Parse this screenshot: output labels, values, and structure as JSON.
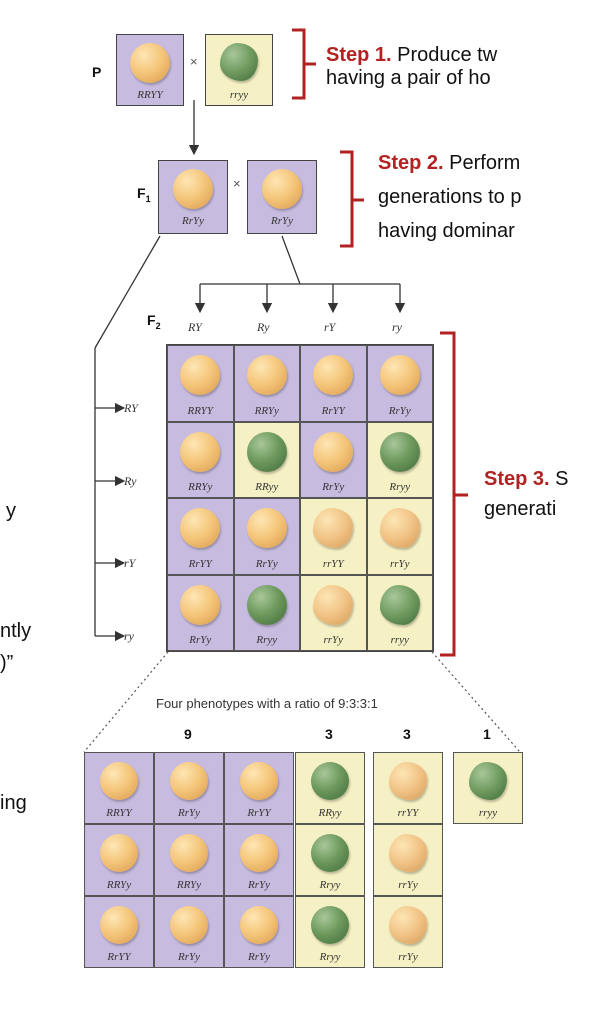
{
  "generations": {
    "p": "P",
    "f1": "F",
    "f1_sub": "1",
    "f2": "F",
    "f2_sub": "2"
  },
  "cross_symbol": "×",
  "parents": [
    {
      "genotype": "RRYY",
      "pea": "round-yellow"
    },
    {
      "genotype": "rryy",
      "pea": "wrinkled-green"
    }
  ],
  "f1": [
    {
      "genotype": "RrYy",
      "pea": "round-yellow"
    },
    {
      "genotype": "RrYy",
      "pea": "round-yellow"
    }
  ],
  "gametes_top": [
    "RY",
    "Ry",
    "rY",
    "ry"
  ],
  "gametes_left": [
    "RY",
    "Ry",
    "rY",
    "ry"
  ],
  "punnett": [
    [
      {
        "g": "RRYY",
        "p": "round-yellow",
        "bg": "purple"
      },
      {
        "g": "RRYy",
        "p": "round-yellow",
        "bg": "purple"
      },
      {
        "g": "RrYY",
        "p": "round-yellow",
        "bg": "purple"
      },
      {
        "g": "RrYy",
        "p": "round-yellow",
        "bg": "purple"
      }
    ],
    [
      {
        "g": "RRYy",
        "p": "round-yellow",
        "bg": "purple"
      },
      {
        "g": "RRyy",
        "p": "round-green",
        "bg": "yellow"
      },
      {
        "g": "RrYy",
        "p": "round-yellow",
        "bg": "purple"
      },
      {
        "g": "Rryy",
        "p": "round-green",
        "bg": "yellow"
      }
    ],
    [
      {
        "g": "RrYY",
        "p": "round-yellow",
        "bg": "purple"
      },
      {
        "g": "RrYy",
        "p": "round-yellow",
        "bg": "purple"
      },
      {
        "g": "rrYY",
        "p": "wrinkled-yellow",
        "bg": "yellow"
      },
      {
        "g": "rrYy",
        "p": "wrinkled-yellow",
        "bg": "yellow"
      }
    ],
    [
      {
        "g": "RrYy",
        "p": "round-yellow",
        "bg": "purple"
      },
      {
        "g": "Rryy",
        "p": "round-green",
        "bg": "purple"
      },
      {
        "g": "rrYy",
        "p": "wrinkled-yellow",
        "bg": "yellow"
      },
      {
        "g": "rryy",
        "p": "wrinkled-green",
        "bg": "yellow"
      }
    ]
  ],
  "phenotype_caption": "Four phenotypes with a ratio of 9:3:3:1",
  "ratio_groups": [
    {
      "count": "9",
      "pea": "round-yellow",
      "cols": 3,
      "genotypes": [
        "RRYY",
        "RrYy",
        "RrYY",
        "RRYy",
        "RRYy",
        "RrYy",
        "RrYY",
        "RrYy",
        "RrYy"
      ]
    },
    {
      "count": "3",
      "pea": "round-green",
      "cols": 1,
      "genotypes": [
        "RRyy",
        "Rryy",
        "Rryy"
      ]
    },
    {
      "count": "3",
      "pea": "wrinkled-yellow",
      "cols": 1,
      "genotypes": [
        "rrYY",
        "rrYy",
        "rrYy"
      ]
    },
    {
      "count": "1",
      "pea": "wrinkled-green",
      "cols": 1,
      "genotypes": [
        "rryy"
      ]
    }
  ],
  "steps": [
    {
      "label": "Step 1.",
      "lines": [
        " Produce tw",
        "having a pair of ho"
      ]
    },
    {
      "label": "Step 2.",
      "lines": [
        " Perform",
        "generations to p",
        "having dominar"
      ]
    },
    {
      "label": "Step 3.",
      "lines": [
        " S",
        "generati"
      ]
    }
  ],
  "left_edge_text": [
    "y",
    "ntly",
    ")”",
    "ing"
  ],
  "colors": {
    "step_label": "#b22222",
    "bracket": "#b22222",
    "cell_purple": "#c7bce0",
    "cell_yellow": "#f6f1c4"
  }
}
